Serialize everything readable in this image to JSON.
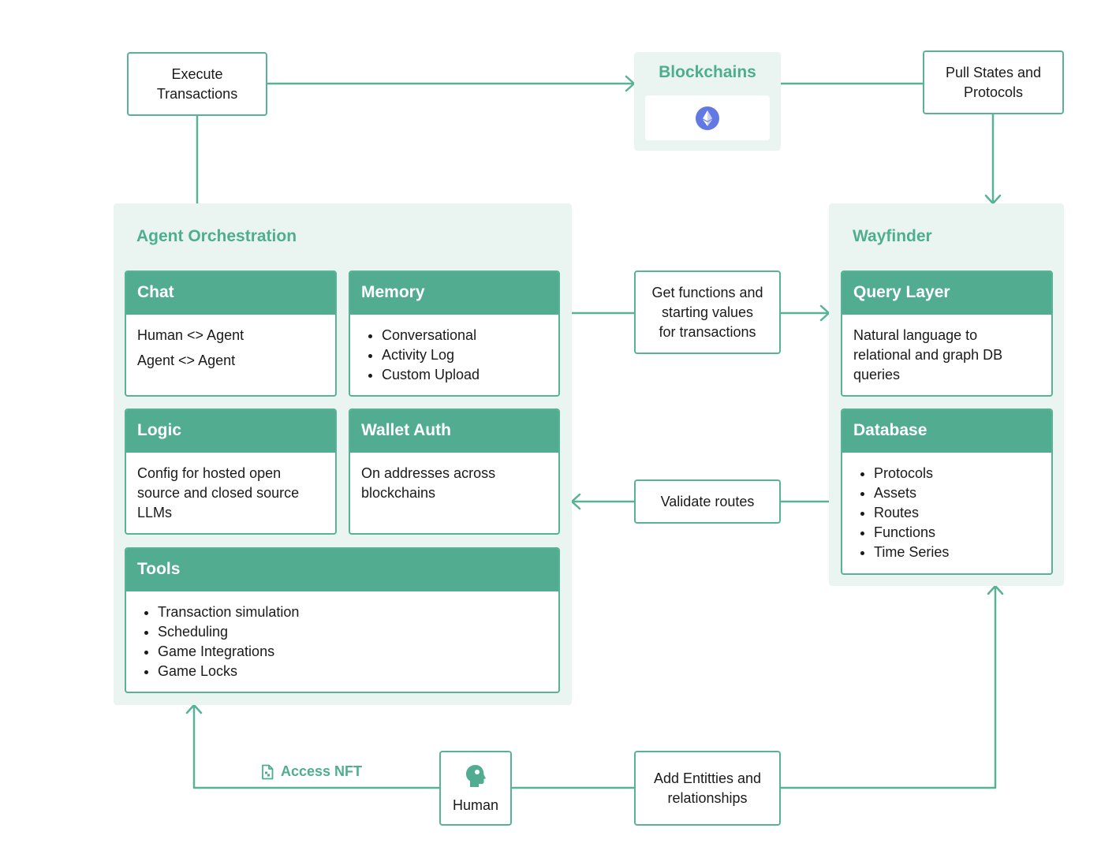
{
  "colors": {
    "accent": "#4eae8f",
    "card_header": "#52ac8f",
    "border": "#58b296",
    "group_bg": "#eaf5f1",
    "ethereum": "#6278e3"
  },
  "nodes": {
    "execute_transactions": [
      "Execute",
      "Transactions"
    ],
    "blockchains": {
      "title": "Blockchains",
      "icon": "ethereum-icon"
    },
    "pull_states": [
      "Pull States and",
      "Protocols"
    ],
    "get_functions": [
      "Get functions and",
      "starting values",
      "for transactions"
    ],
    "validate_routes": [
      "Validate routes"
    ],
    "add_entities": [
      "Add Entitties and",
      "relationships"
    ],
    "human": {
      "label": "Human",
      "icon": "human-head-icon"
    },
    "access_nft": {
      "label": "Access NFT",
      "icon": "nft-file-icon"
    }
  },
  "agent_orchestration": {
    "title": "Agent Orchestration",
    "chat": {
      "title": "Chat",
      "lines": [
        "Human <> Agent",
        "Agent <> Agent"
      ]
    },
    "memory": {
      "title": "Memory",
      "items": [
        "Conversational",
        "Activity Log",
        "Custom Upload"
      ]
    },
    "logic": {
      "title": "Logic",
      "lines": [
        "Config for hosted open",
        "source and closed source",
        "LLMs"
      ]
    },
    "wallet_auth": {
      "title": "Wallet Auth",
      "lines": [
        "On addresses across",
        "blockchains"
      ]
    },
    "tools": {
      "title": "Tools",
      "items": [
        "Transaction simulation",
        "Scheduling",
        "Game Integrations",
        "Game Locks"
      ]
    }
  },
  "wayfinder": {
    "title": "Wayfinder",
    "query_layer": {
      "title": "Query Layer",
      "lines": [
        "Natural language to",
        "relational and graph DB",
        "queries"
      ]
    },
    "database": {
      "title": "Database",
      "items": [
        "Protocols",
        "Assets",
        "Routes",
        "Functions",
        "Time Series"
      ]
    }
  }
}
